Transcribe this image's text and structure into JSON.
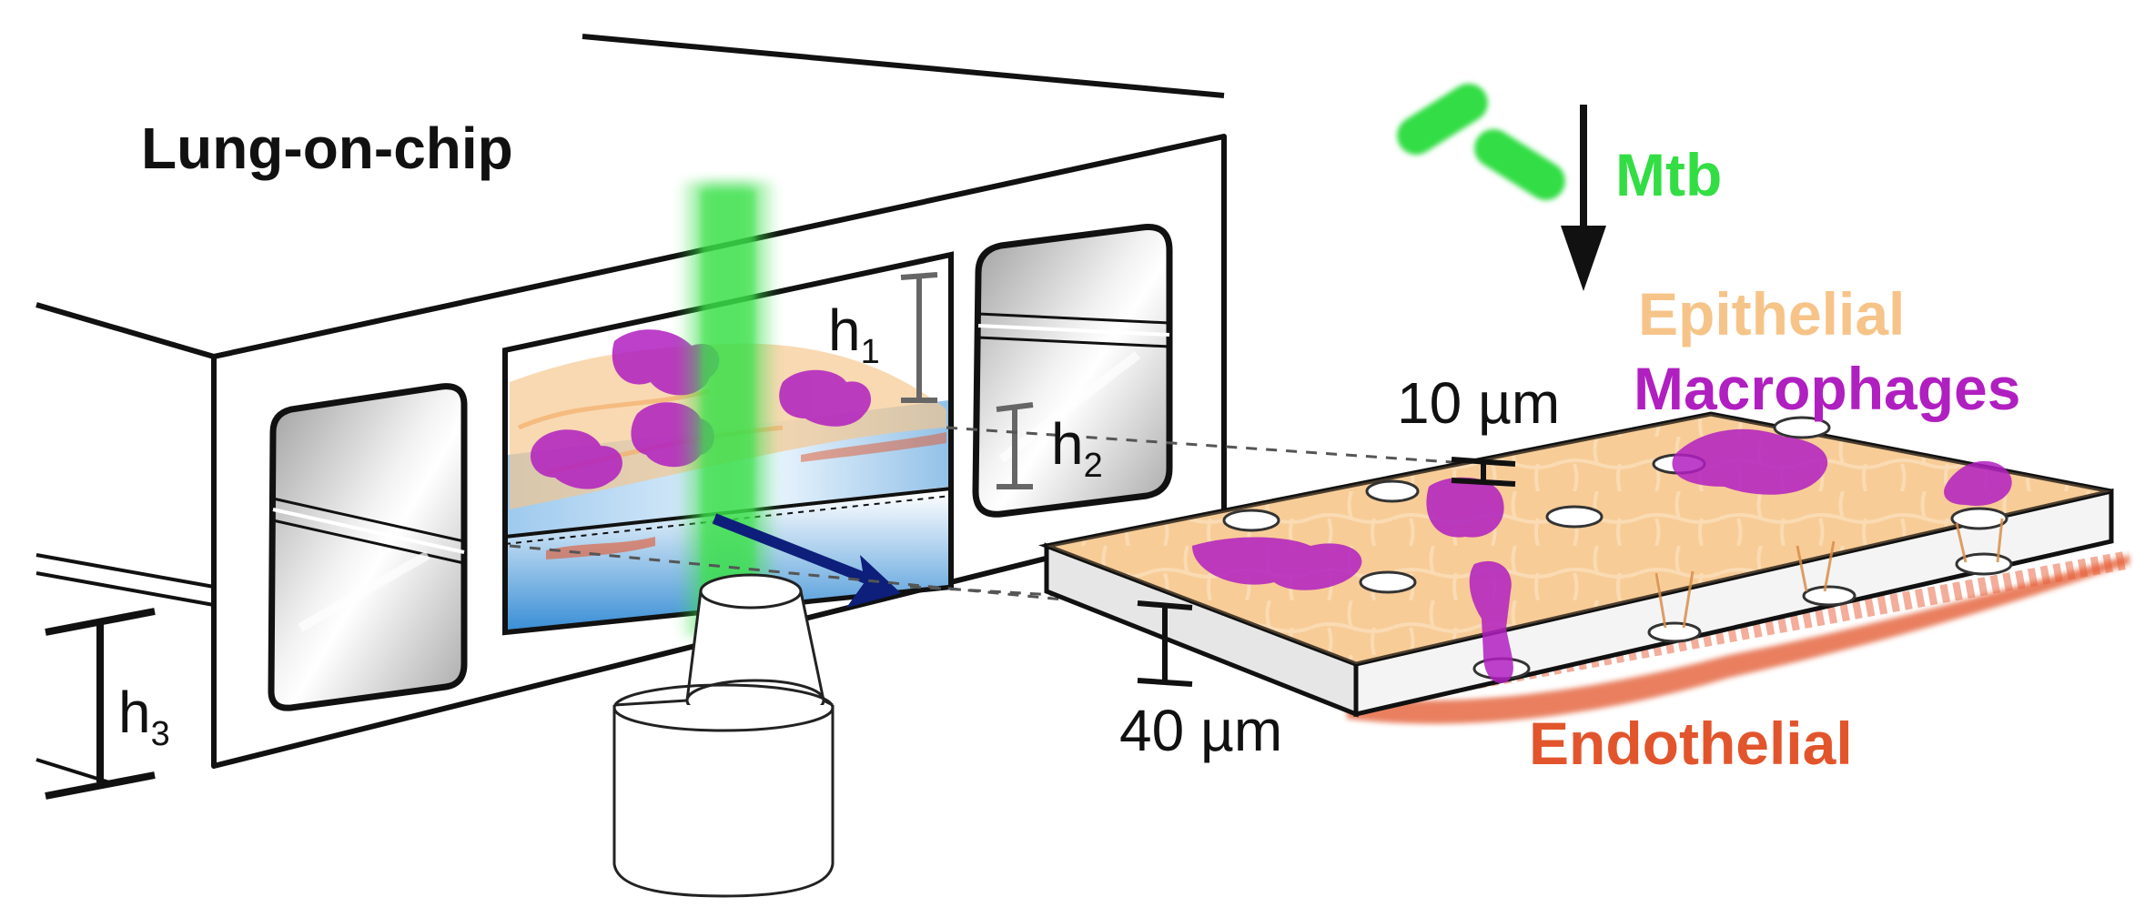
{
  "diagram": {
    "title": "Lung-on-chip",
    "labels": {
      "mtb": "Mtb",
      "epithelial": "Epithelial",
      "macrophages": "Macrophages",
      "endothelial": "Endothelial",
      "thickness_top": "10 µm",
      "thickness_membrane": "40 µm"
    },
    "heights": [
      {
        "base": "h",
        "sub": "1"
      },
      {
        "base": "h",
        "sub": "2"
      },
      {
        "base": "h",
        "sub": "3"
      }
    ],
    "colors": {
      "mtb": "#33dd44",
      "epithelial": "#f6c489",
      "macrophages": "#b01fc0",
      "endothelial": "#e2552c",
      "medium": "#3b8fd6",
      "beam": "#3be04a",
      "arrow": "#0d1f7a",
      "outline": "#111111",
      "window_fill": "#bdbdbd"
    }
  }
}
